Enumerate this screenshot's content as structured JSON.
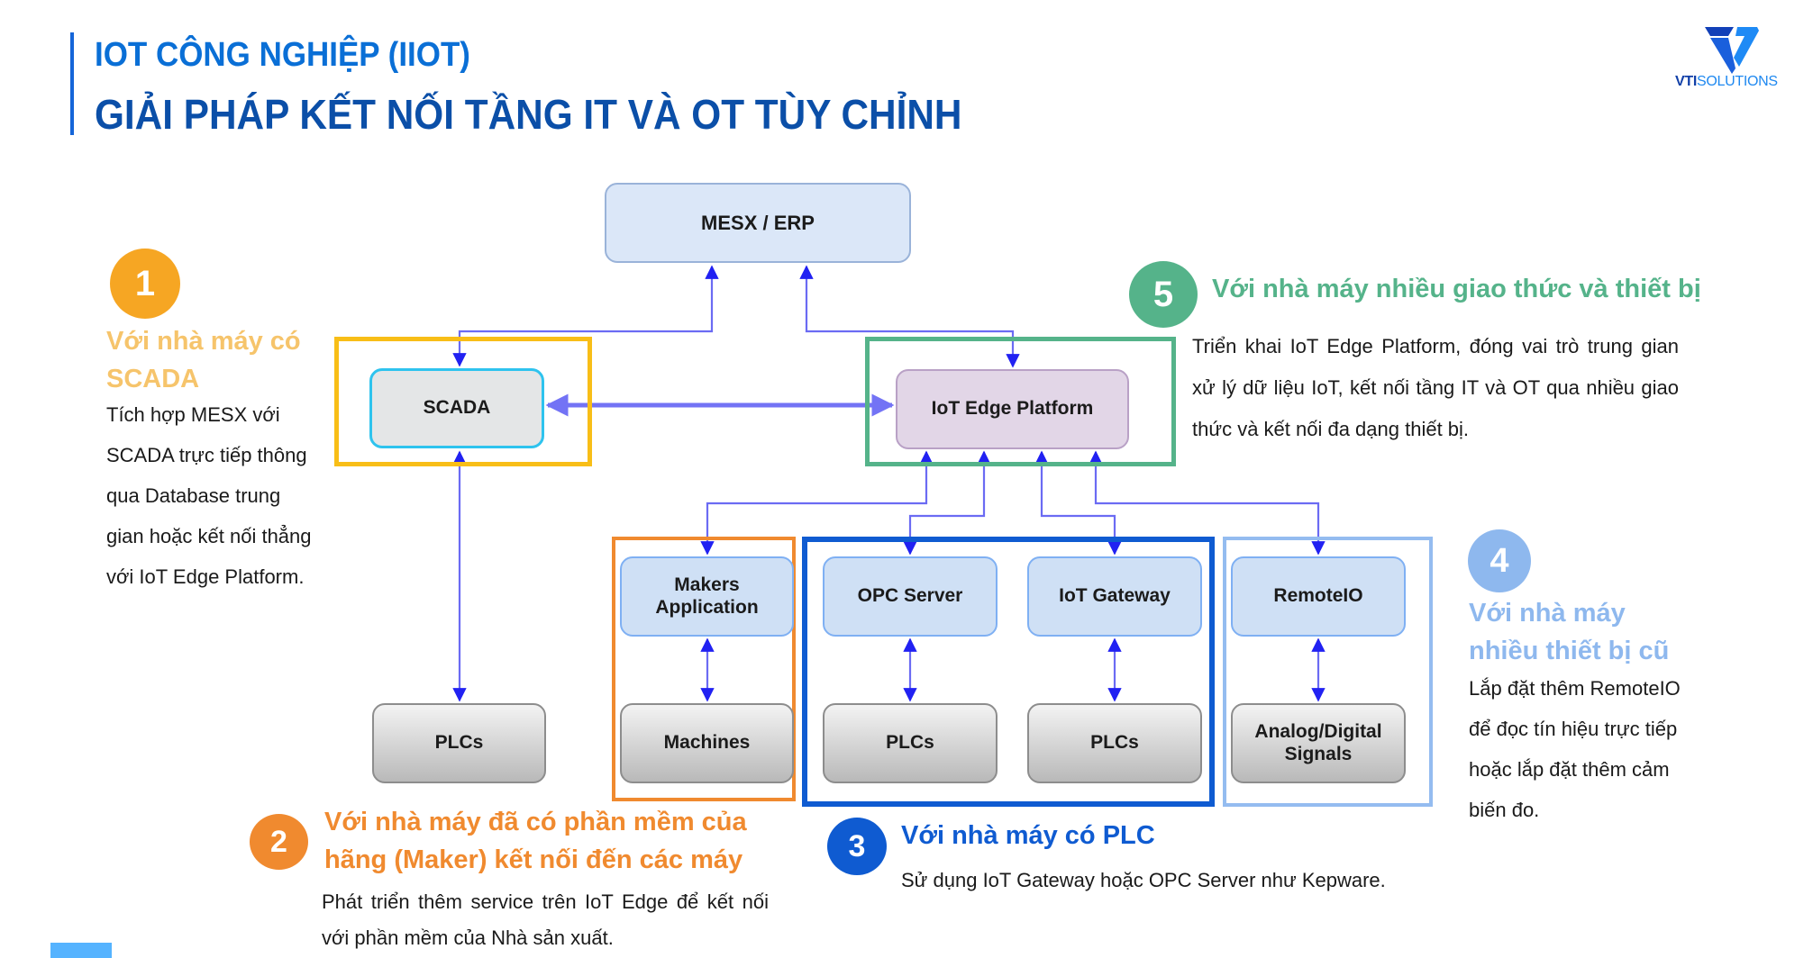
{
  "header": {
    "title_line1": "IOT CÔNG NGHIỆP (IIOT)",
    "title_line2": "GIẢI PHÁP KẾT NỐI TẦNG IT VÀ OT TÙY CHỈNH"
  },
  "logo": {
    "icon": "vti-triangle-logo-icon",
    "brand_bold": "VTI",
    "brand_light": "SOLUTIONS"
  },
  "colors": {
    "scenario1": "#f6a623",
    "scenario2": "#f08a2f",
    "scenario3": "#0f5bd1",
    "scenario4": "#8eb8ee",
    "scenario5": "#55b38a",
    "arrow": "#2f2ff5",
    "title_blue": "#0b4fa8"
  },
  "diagram": {
    "nodes": {
      "mesx": "MESX / ERP",
      "scada": "SCADA",
      "iot_edge": "IoT Edge Platform",
      "makers_app": "Makers\nApplication",
      "opc_server": "OPC Server",
      "iot_gateway": "IoT Gateway",
      "remote_io": "RemoteIO",
      "plcs_scada": "PLCs",
      "machines": "Machines",
      "plcs_opc": "PLCs",
      "plcs_gateway": "PLCs",
      "signals": "Analog/Digital\nSignals"
    },
    "connections": [
      {
        "from": "mesx",
        "to": "scada",
        "type": "bidirectional"
      },
      {
        "from": "mesx",
        "to": "iot_edge",
        "type": "bidirectional"
      },
      {
        "from": "scada",
        "to": "iot_edge",
        "type": "bidirectional-thick"
      },
      {
        "from": "scada",
        "to": "plcs_scada",
        "type": "bidirectional"
      },
      {
        "from": "iot_edge",
        "to": "makers_app",
        "type": "bidirectional"
      },
      {
        "from": "iot_edge",
        "to": "opc_server",
        "type": "bidirectional"
      },
      {
        "from": "iot_edge",
        "to": "iot_gateway",
        "type": "bidirectional"
      },
      {
        "from": "iot_edge",
        "to": "remote_io",
        "type": "bidirectional"
      },
      {
        "from": "makers_app",
        "to": "machines",
        "type": "bidirectional"
      },
      {
        "from": "opc_server",
        "to": "plcs_opc",
        "type": "bidirectional"
      },
      {
        "from": "iot_gateway",
        "to": "plcs_gateway",
        "type": "bidirectional"
      },
      {
        "from": "remote_io",
        "to": "signals",
        "type": "bidirectional"
      }
    ]
  },
  "scenarios": [
    {
      "number": "1",
      "heading": "Với nhà máy có\nSCADA",
      "body": "Tích hợp MESX với SCADA trực tiếp thông qua Database trung gian hoặc kết nối thẳng với IoT Edge Platform."
    },
    {
      "number": "2",
      "heading": "Với nhà máy đã có phần mềm của\nhãng (Maker) kết nối đến các máy",
      "body": "Phát triển thêm service trên IoT Edge để kết nối với phần mềm của Nhà sản xuất."
    },
    {
      "number": "3",
      "heading": "Với nhà máy có PLC",
      "body": "Sử dụng IoT Gateway hoặc OPC Server như Kepware."
    },
    {
      "number": "4",
      "heading": "Với nhà máy\nnhiều thiết bị cũ",
      "body": "Lắp đặt thêm RemoteIO để đọc tín hiệu trực tiếp hoặc lắp đặt thêm cảm biến đo."
    },
    {
      "number": "5",
      "heading": "Với nhà máy nhiều giao thức và thiết bị",
      "body": "Triển khai IoT Edge Platform, đóng vai trò trung gian xử lý dữ liệu IoT, kết nối tầng IT và OT qua nhiều giao thức và kết nối đa dạng thiết bị."
    }
  ]
}
